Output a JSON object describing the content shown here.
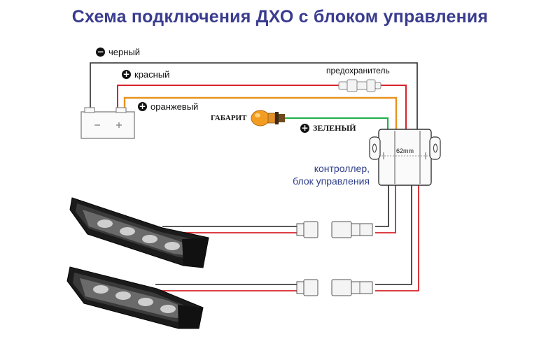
{
  "title": "Схема подключения ДХО с блоком управления",
  "wires": {
    "black": {
      "label": "черный",
      "sign": "−"
    },
    "red": {
      "label": "красный",
      "sign": "+"
    },
    "orange": {
      "label": "оранжевый",
      "sign": "+"
    },
    "green": {
      "label": "ЗЕЛЕНЫЙ",
      "sign": "+"
    }
  },
  "components": {
    "fuse": "предохранитель",
    "side_light": "ГАБАРИТ",
    "controller_line1": "контроллер,",
    "controller_line2": "блок  управления",
    "controller_size": "62mm"
  },
  "colors": {
    "title": "#3a3c8f",
    "wire_black": "#222222",
    "wire_red": "#d8232a",
    "wire_orange": "#e8931e",
    "wire_green": "#22b14c",
    "controller_label": "#2f3f8a"
  }
}
